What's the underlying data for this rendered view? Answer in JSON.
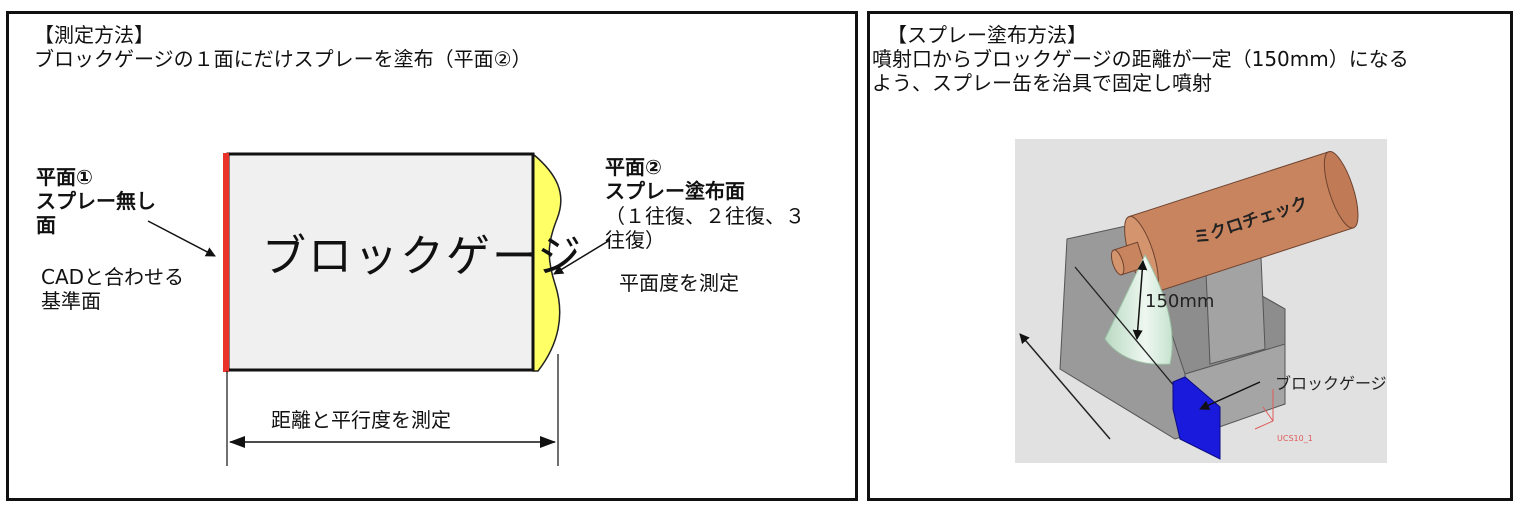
{
  "left_panel": {
    "title": "【測定方法】",
    "description": "ブロックゲージの１面にだけスプレーを塗布（平面②）",
    "block_label": "ブロックゲージ",
    "plane1": {
      "title": "平面①",
      "subtitle_line1": "スプレー無し",
      "subtitle_line2": "面",
      "note_line1": "CADと合わせる",
      "note_line2": "基準面",
      "color": "#e8322a"
    },
    "plane2": {
      "title": "平面②",
      "subtitle": "スプレー塗布面",
      "detail_line1": "（１往復、２往復、３",
      "detail_line2": "往復）",
      "note": "平面度を測定",
      "color": "#ffff66"
    },
    "dimension_label": "距離と平行度を測定",
    "block_fill": "#f0f0f0"
  },
  "right_panel": {
    "title": "【スプレー塗布方法】",
    "description_line1": "噴射口からブロックゲージの距離が一定（150mm）になる",
    "description_line2": "よう、スプレー缶を治具で固定し噴射",
    "illustration": {
      "can_label": "ミクロチェック",
      "distance_label": "150mm",
      "gauge_label": "ブロックゲージ",
      "axis_label": "UCS10_1",
      "can_color": "#c8845e",
      "jig_color": "#a0a0a0",
      "gauge_color": "#1a1adc",
      "spray_color": "#cfe8d6",
      "background": "#e1e1e1"
    }
  }
}
